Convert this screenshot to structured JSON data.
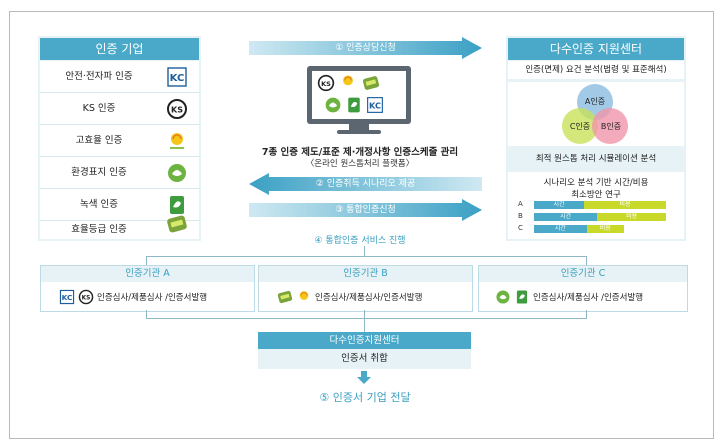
{
  "left": {
    "header": "인증 기업",
    "items": [
      {
        "label": "안전·전자파 인증",
        "icon": "kc-mark-icon"
      },
      {
        "label": "KS 인증",
        "icon": "ks-mark-icon"
      },
      {
        "label": "고효율 인증",
        "icon": "high-efficiency-mark-icon"
      },
      {
        "label": "환경표지 인증",
        "icon": "eco-label-icon"
      },
      {
        "label": "녹색 인증",
        "icon": "green-certification-icon"
      },
      {
        "label": "효율등급 인증",
        "icon": "efficiency-grade-icon"
      }
    ]
  },
  "middle": {
    "arrow1": "① 인증상담신청",
    "title": "7종 인증 제도/표준 제·개정사항 인증스케줄 관리",
    "subtitle": "〈온라인 원스톱처리 플랫폼〉",
    "arrow2": "② 인증취득 시나리오 제공",
    "arrow3": "③ 통합인증신청",
    "step4": "④ 통합인증 서비스 진행"
  },
  "right": {
    "header": "다수인증 지원센터",
    "analysis": "인증(면제) 요건 분석(법령 및 표준해석)",
    "venn": {
      "a": "A인증",
      "b": "B인증",
      "c": "C인증"
    },
    "simulation": "최적 원스톱 처리 시뮬레이션 분석",
    "scenario_line1": "시나리오 분석 기반 시간/비용",
    "scenario_line2": "최소방안 연구",
    "bars": [
      {
        "label": "A",
        "time_label": "시간",
        "cost_label": "비용",
        "time": 0.38,
        "cost": 0.62
      },
      {
        "label": "B",
        "time_label": "시간",
        "cost_label": "비용",
        "time": 0.48,
        "cost": 0.52
      },
      {
        "label": "C",
        "time_label": "시간",
        "cost_label": "비용",
        "time": 0.4,
        "cost": 0.28
      }
    ]
  },
  "agencies": [
    {
      "name": "인증기관 A",
      "text": "인증심사/제품심사 /인증서발행"
    },
    {
      "name": "인증기관 B",
      "text": "인증심사/제품심사/인증서발행"
    },
    {
      "name": "인증기관 C",
      "text": "인증심사/제품심사 /인증서발행"
    }
  ],
  "center": {
    "title": "다수인증지원센터",
    "text": "인증서 취합"
  },
  "final": "⑤ 인증서 기업 전달",
  "colors": {
    "teal": "#4aa9c9",
    "light": "#e6f2f5",
    "green": "#8bc34a",
    "yellow": "#c9d92a"
  }
}
